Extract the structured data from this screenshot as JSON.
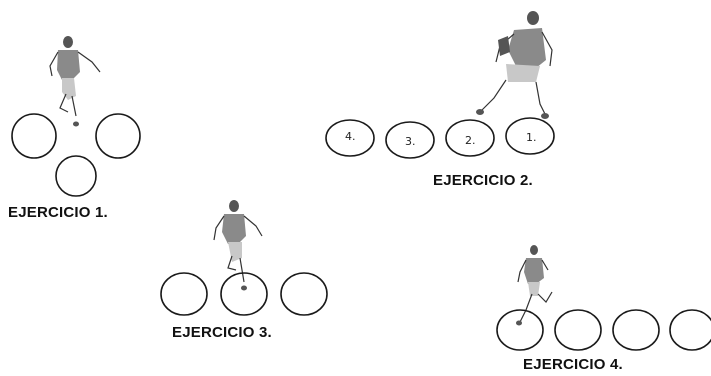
{
  "exercises": [
    {
      "label": "EJERCICIO 1."
    },
    {
      "label": "EJERCICIO 2.",
      "circle_numbers": [
        "4.",
        "3.",
        "2.",
        "1."
      ]
    },
    {
      "label": "EJERCICIO 3."
    },
    {
      "label": "EJERCICIO 4."
    }
  ],
  "icons": [
    "player-figure-icon"
  ]
}
